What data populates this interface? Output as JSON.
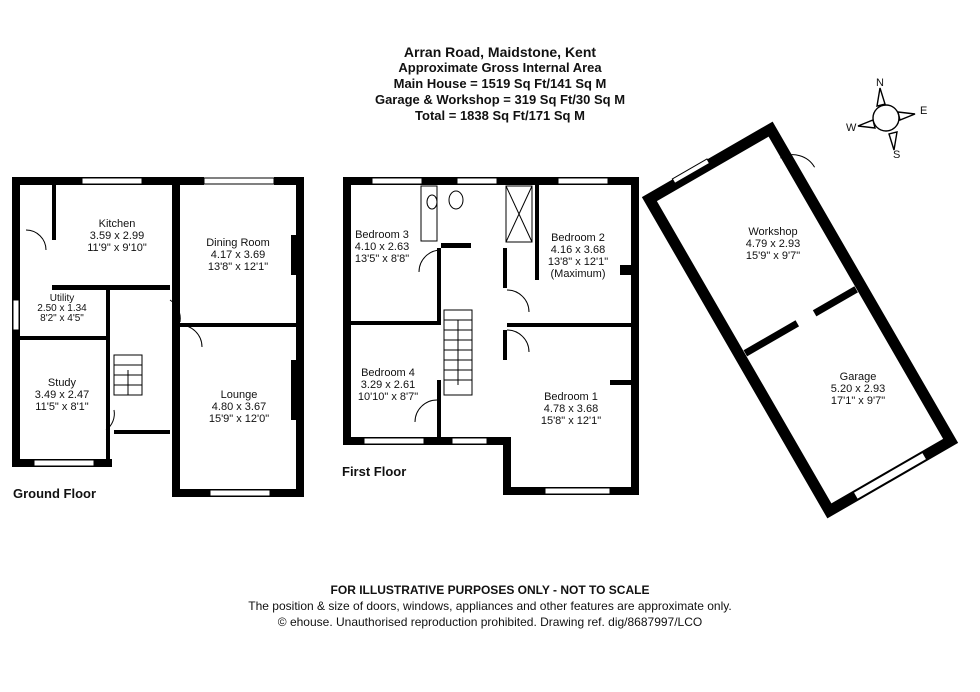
{
  "header": {
    "address": "Arran Road, Maidstone, Kent",
    "subtitle": "Approximate Gross Internal Area",
    "main_house": "Main House = 1519 Sq Ft/141 Sq M",
    "garage_workshop": "Garage & Workshop = 319 Sq Ft/30 Sq M",
    "total": "Total = 1838 Sq Ft/171 Sq M"
  },
  "ground_floor": {
    "label": "Ground Floor",
    "rooms": [
      {
        "name": "Kitchen",
        "metric": "3.59 x 2.99",
        "imperial": "11'9\" x 9'10\""
      },
      {
        "name": "Dining Room",
        "metric": "4.17 x 3.69",
        "imperial": "13'8\" x 12'1\""
      },
      {
        "name": "Utility",
        "metric": "2.50 x 1.34",
        "imperial": "8'2\" x 4'5\""
      },
      {
        "name": "Study",
        "metric": "3.49 x 2.47",
        "imperial": "11'5\" x 8'1\""
      },
      {
        "name": "Lounge",
        "metric": "4.80 x 3.67",
        "imperial": "15'9\" x 12'0\""
      }
    ]
  },
  "first_floor": {
    "label": "First Floor",
    "rooms": [
      {
        "name": "Bedroom 3",
        "metric": "4.10 x 2.63",
        "imperial": "13'5\" x 8'8\""
      },
      {
        "name": "Bedroom 2",
        "metric": "4.16 x 3.68",
        "imperial": "13'8\" x 12'1\"",
        "note": "(Maximum)"
      },
      {
        "name": "Bedroom 4",
        "metric": "3.29 x 2.61",
        "imperial": "10'10\" x 8'7\""
      },
      {
        "name": "Bedroom 1",
        "metric": "4.78 x 3.68",
        "imperial": "15'8\" x 12'1\""
      }
    ]
  },
  "outbuilding": {
    "rooms": [
      {
        "name": "Workshop",
        "metric": "4.79 x 2.93",
        "imperial": "15'9\" x 9'7\""
      },
      {
        "name": "Garage",
        "metric": "5.20 x 2.93",
        "imperial": "17'1\" x 9'7\""
      }
    ]
  },
  "compass": {
    "n": "N",
    "e": "E",
    "s": "S",
    "w": "W"
  },
  "footer": {
    "disclaimer": "FOR ILLUSTRATIVE PURPOSES ONLY - NOT TO SCALE",
    "note": "The position & size of doors, windows, appliances and other features are approximate only.",
    "copyright": "© ehouse. Unauthorised reproduction prohibited. Drawing ref. dig/8687997/LCO"
  }
}
